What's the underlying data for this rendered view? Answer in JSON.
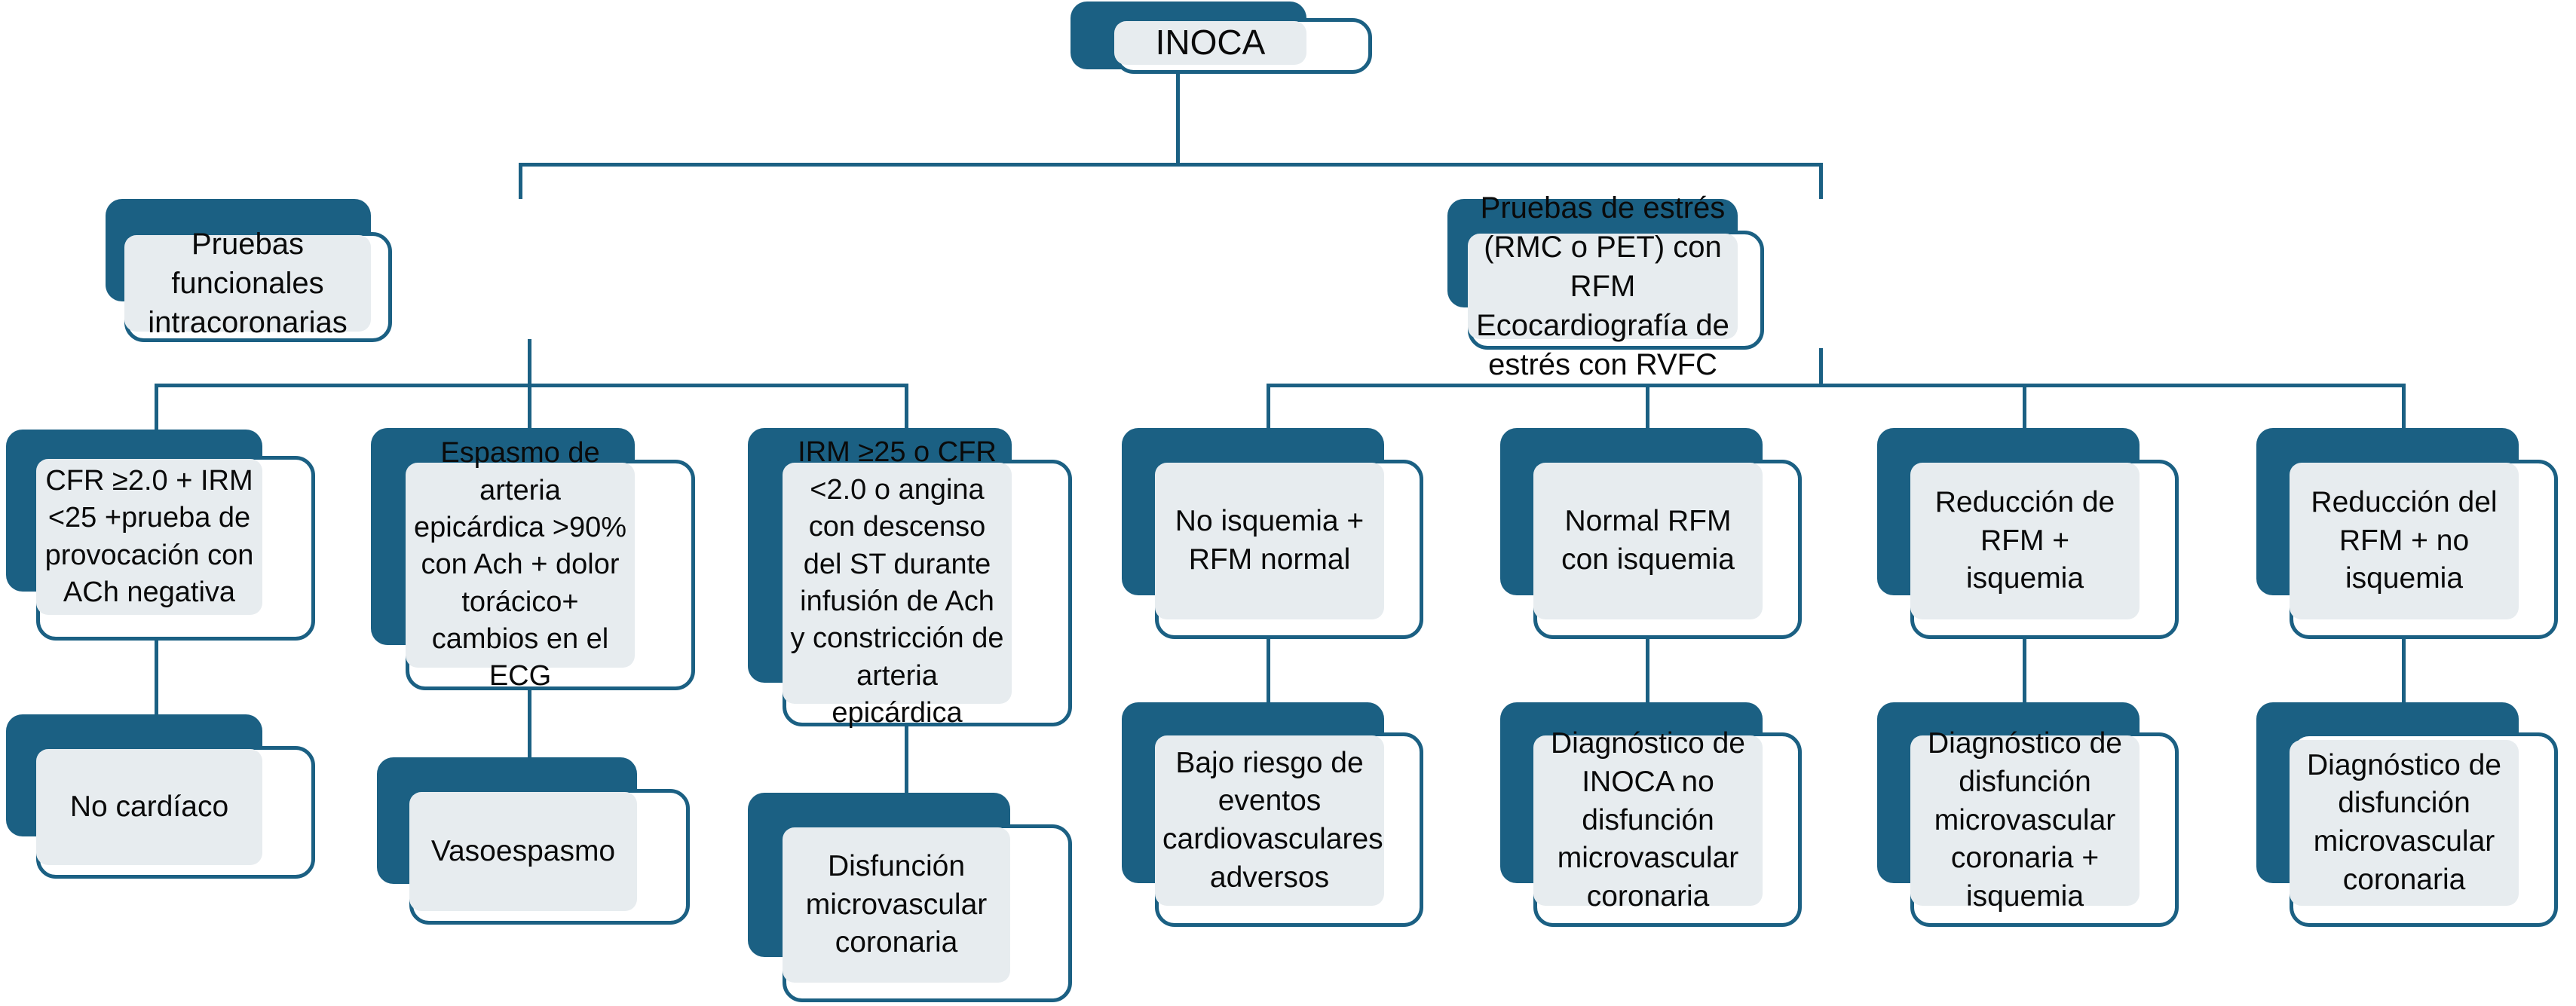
{
  "diagram": {
    "title": "Algoritmo diagnóstico INOCA",
    "colors": {
      "accent_dark": "#1B6083",
      "panel_light": "#E7ECEF",
      "card_fill": "#FFFFFF",
      "text": "#0A0A0A",
      "background": "#FFFFFF"
    },
    "type": "flowchart",
    "root": {
      "id": "inoca",
      "label": "INOCA"
    },
    "branches": [
      {
        "id": "branch-invasive",
        "label": "Pruebas funcionales intracoronarias",
        "children": [
          {
            "id": "cfr-normal",
            "label": "CFR ≥2.0 + IRM <25 +prueba de provocación con ACh negativa",
            "outcome": {
              "id": "no-cardiaco",
              "label": "No cardíaco"
            }
          },
          {
            "id": "espasmo",
            "label": "Espasmo de arteria epicárdica >90% con Ach + dolor torácico+ cambios en el ECG",
            "outcome": {
              "id": "vasoespasmo",
              "label": "Vasoespasmo"
            }
          },
          {
            "id": "irm-alto",
            "label": "IRM ≥25 o CFR <2.0 o angina con descenso del ST durante infusión de Ach y constricción de arteria epicárdica",
            "outcome": {
              "id": "dmc-1",
              "label": "Disfunción microvascular coronaria"
            }
          }
        ]
      },
      {
        "id": "branch-noninvasive",
        "label": "Pruebas de estrés (RMC o PET) con RFM\nEcocardiografía de estrés con RVFC",
        "label_line1": "Pruebas de estrés (RMC o PET) con RFM",
        "label_line2": "Ecocardiografía de estrés con RVFC",
        "children": [
          {
            "id": "no-isquemia",
            "label": "No isquemia + RFM normal",
            "outcome": {
              "id": "bajo-riesgo",
              "label": "Bajo riesgo de eventos cardiovasculares adversos"
            }
          },
          {
            "id": "normal-rfm-isq",
            "label": "Normal RFM con isquemia",
            "outcome": {
              "id": "inoca-no-dmc",
              "label": "Diagnóstico de INOCA no disfunción microvascular coronaria"
            }
          },
          {
            "id": "reduccion-rfm-isq",
            "label": "Reducción de RFM + isquemia",
            "outcome": {
              "id": "dmc-isquemia",
              "label": "Diagnóstico de disfunción microvascular coronaria + isquemia"
            }
          },
          {
            "id": "reduccion-rfm-no-isq",
            "label": "Reducción del RFM + no isquemia",
            "outcome": {
              "id": "dmc-2",
              "label": "Diagnóstico de disfunción microvascular coronaria"
            }
          }
        ]
      }
    ]
  }
}
